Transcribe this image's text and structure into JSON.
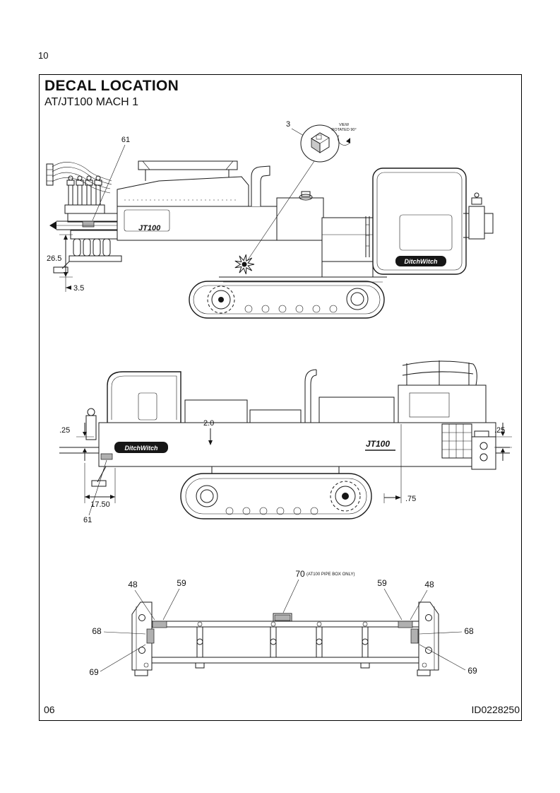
{
  "page": {
    "number_top": "10",
    "number_bottom_left": "06",
    "doc_id": "ID0228250"
  },
  "header": {
    "title": "DECAL LOCATION",
    "subtitle": "AT/JT100 MACH 1"
  },
  "diagram_top": {
    "callout_61": "61",
    "callout_3": "3",
    "view_note_line1": "VIEW",
    "view_note_line2": "ROTATED 90°",
    "dim_height": "26.5",
    "dim_offset": "3.5",
    "logo_model": "JT100",
    "logo_brand": "DitchWitch"
  },
  "diagram_middle": {
    "dim_left": ".25",
    "dim_center": "2.0",
    "dim_right": ".25",
    "dim_bottom_left": "17.50",
    "dim_bottom_right": ".75",
    "callout_61": "61",
    "logo_brand": "DitchWitch",
    "logo_model": "JT100"
  },
  "diagram_bottom": {
    "callout_48_left": "48",
    "callout_59_left": "59",
    "callout_70": "70",
    "callout_70_note": "(AT100 PIPE BOX ONLY)",
    "callout_59_right": "59",
    "callout_48_right": "48",
    "callout_68_left": "68",
    "callout_68_right": "68",
    "callout_69_left": "69",
    "callout_69_right": "69"
  }
}
